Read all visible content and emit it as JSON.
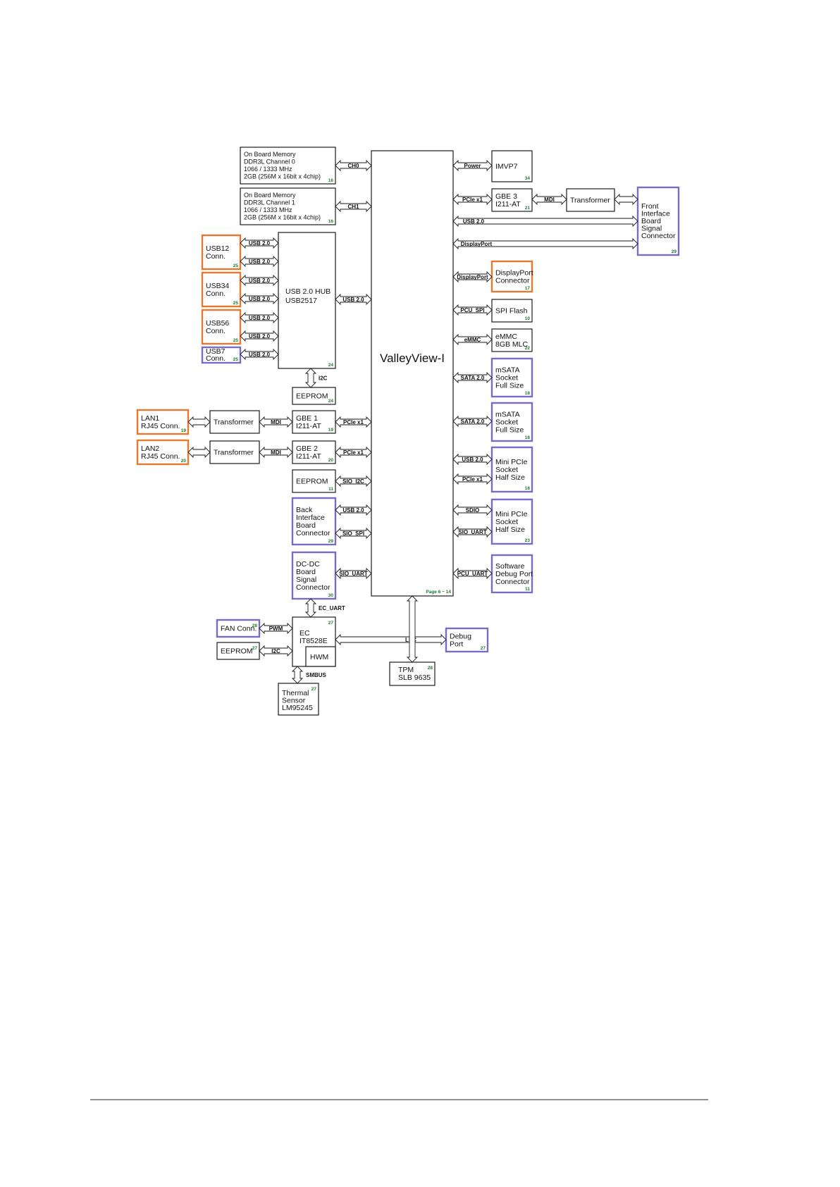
{
  "cpu": {
    "label": "ValleyView-I",
    "page": "Page 6 ~ 14"
  },
  "blocks": [
    {
      "id": "mem0",
      "lines": [
        "On Board Memory",
        "DDR3L Channel 0",
        "1066 / 1333 MHz",
        "2GB (256M x 16bit x 4chip)"
      ],
      "page": "16",
      "border": "black"
    },
    {
      "id": "mem1",
      "lines": [
        "On Board Memory",
        "DDR3L Channel 1",
        "1066 / 1333 MHz",
        "2GB (256M x 16bit x 4chip)"
      ],
      "page": "16",
      "border": "black"
    },
    {
      "id": "usbhub",
      "lines": [
        "USB 2.0 HUB",
        "USB2517"
      ],
      "page": "24",
      "border": "black"
    },
    {
      "id": "usb12",
      "lines": [
        "USB12",
        "Conn."
      ],
      "page": "25",
      "border": "orange"
    },
    {
      "id": "usb34",
      "lines": [
        "USB34",
        "Conn."
      ],
      "page": "25",
      "border": "orange"
    },
    {
      "id": "usb56",
      "lines": [
        "USB56",
        "Conn."
      ],
      "page": "25",
      "border": "orange"
    },
    {
      "id": "usb7",
      "lines": [
        "USB7",
        "Conn."
      ],
      "page": "25",
      "border": "purple"
    },
    {
      "id": "eeprom_hub",
      "lines": [
        "EEPROM"
      ],
      "page": "24",
      "border": "black"
    },
    {
      "id": "lan1",
      "lines": [
        "LAN1",
        "RJ45 Conn."
      ],
      "page": "19",
      "border": "orange"
    },
    {
      "id": "xfmr1",
      "lines": [
        "Transformer"
      ],
      "page": "",
      "border": "black"
    },
    {
      "id": "gbe1",
      "lines": [
        "GBE 1",
        "I211-AT"
      ],
      "page": "19",
      "border": "black"
    },
    {
      "id": "lan2",
      "lines": [
        "LAN2",
        "RJ45 Conn."
      ],
      "page": "20",
      "border": "orange"
    },
    {
      "id": "xfmr2",
      "lines": [
        "Transformer"
      ],
      "page": "",
      "border": "black"
    },
    {
      "id": "gbe2",
      "lines": [
        "GBE 2",
        "I211-AT"
      ],
      "page": "20",
      "border": "black"
    },
    {
      "id": "eeprom_sio",
      "lines": [
        "EEPROM"
      ],
      "page": "11",
      "border": "black"
    },
    {
      "id": "back_if",
      "lines": [
        "Back",
        "Interface",
        "Board",
        "Connector"
      ],
      "page": "29",
      "border": "purple"
    },
    {
      "id": "dcdc",
      "lines": [
        "DC-DC",
        "Board",
        "Signal",
        "Connector"
      ],
      "page": "30",
      "border": "purple"
    },
    {
      "id": "ec",
      "lines": [
        "EC",
        "IT8528E"
      ],
      "page": "27",
      "border": "black"
    },
    {
      "id": "hwm",
      "lines": [
        "HWM"
      ],
      "page": "",
      "border": "black"
    },
    {
      "id": "fan",
      "lines": [
        "FAN Conn."
      ],
      "page": "28",
      "border": "purple"
    },
    {
      "id": "eeprom_ec",
      "lines": [
        "EEPROM"
      ],
      "page": "27",
      "border": "black"
    },
    {
      "id": "thermal",
      "lines": [
        "Thermal",
        "Sensor",
        "LM95245"
      ],
      "page": "27",
      "border": "black"
    },
    {
      "id": "tpm",
      "lines": [
        "TPM",
        "SLB 9635"
      ],
      "page": "28",
      "border": "black"
    },
    {
      "id": "debug",
      "lines": [
        "Debug",
        "Port"
      ],
      "page": "27",
      "border": "purple"
    },
    {
      "id": "imvp",
      "lines": [
        "IMVP7"
      ],
      "page": "34",
      "border": "black"
    },
    {
      "id": "gbe3",
      "lines": [
        "GBE 3",
        "I211-AT"
      ],
      "page": "21",
      "border": "black"
    },
    {
      "id": "xfmr3",
      "lines": [
        "Transformer"
      ],
      "page": "",
      "border": "black"
    },
    {
      "id": "front_if",
      "lines": [
        "Front",
        "Interface",
        "Board",
        "Signal",
        "Connector"
      ],
      "page": "29",
      "border": "purple"
    },
    {
      "id": "dp_conn",
      "lines": [
        "DisplayPort",
        "Connector"
      ],
      "page": "17",
      "border": "orange"
    },
    {
      "id": "spi",
      "lines": [
        "SPI Flash"
      ],
      "page": "10",
      "border": "black"
    },
    {
      "id": "emmc",
      "lines": [
        "eMMC",
        "8GB MLC"
      ],
      "page": "22",
      "border": "black"
    },
    {
      "id": "msata1",
      "lines": [
        "mSATA",
        "Socket",
        "Full Size"
      ],
      "page": "18",
      "border": "purple"
    },
    {
      "id": "msata2",
      "lines": [
        "mSATA",
        "Socket",
        "Full Size"
      ],
      "page": "18",
      "border": "purple"
    },
    {
      "id": "minipcie1",
      "lines": [
        "Mini PCIe",
        "Socket",
        "Half Size"
      ],
      "page": "18",
      "border": "purple"
    },
    {
      "id": "minipcie2",
      "lines": [
        "Mini PCIe",
        "Socket",
        "Half Size"
      ],
      "page": "23",
      "border": "purple"
    },
    {
      "id": "swdebug",
      "lines": [
        "Software",
        "Debug Port",
        "Connector"
      ],
      "page": "11",
      "border": "purple"
    }
  ],
  "signals": [
    {
      "id": "ch0",
      "label": "CH0"
    },
    {
      "id": "ch1",
      "label": "CH1"
    },
    {
      "id": "usb_hub_up",
      "label": "USB 2.0"
    },
    {
      "id": "usb_p1",
      "label": "USB 2.0"
    },
    {
      "id": "usb_p2",
      "label": "USB 2.0"
    },
    {
      "id": "usb_p3",
      "label": "USB 2.0"
    },
    {
      "id": "usb_p4",
      "label": "USB 2.0"
    },
    {
      "id": "usb_p5",
      "label": "USB 2.0"
    },
    {
      "id": "usb_p6",
      "label": "USB 2.0"
    },
    {
      "id": "usb_p7",
      "label": "USB 2.0"
    },
    {
      "id": "i2c_hub",
      "label": "I2C"
    },
    {
      "id": "pcie_gbe1",
      "label": "PCIe x1"
    },
    {
      "id": "pcie_gbe2",
      "label": "PCIe x1"
    },
    {
      "id": "mdi1",
      "label": "MDI"
    },
    {
      "id": "mdi2",
      "label": "MDI"
    },
    {
      "id": "sio_i2c",
      "label": "SIO_I2C"
    },
    {
      "id": "usb_back",
      "label": "USB 2.0"
    },
    {
      "id": "sio_spi",
      "label": "SIO_SPI"
    },
    {
      "id": "sio_uart",
      "label": "SIO_UART"
    },
    {
      "id": "ec_uart",
      "label": "EC_UART"
    },
    {
      "id": "pwm",
      "label": "PWM"
    },
    {
      "id": "i2c_ec",
      "label": "I2C"
    },
    {
      "id": "smbus",
      "label": "SMBUS"
    },
    {
      "id": "lpc",
      "label": "LPC"
    },
    {
      "id": "power",
      "label": "Power"
    },
    {
      "id": "pcie_gbe3",
      "label": "PCIe x1"
    },
    {
      "id": "mdi3",
      "label": "MDI"
    },
    {
      "id": "usb_front",
      "label": "USB 2.0"
    },
    {
      "id": "dp_front",
      "label": "DisplayPort"
    },
    {
      "id": "dp_conn",
      "label": "DisplayPort"
    },
    {
      "id": "pcu_spi",
      "label": "PCU_SPI"
    },
    {
      "id": "emmc",
      "label": "eMMC"
    },
    {
      "id": "sata1",
      "label": "SATA 2.0"
    },
    {
      "id": "sata2",
      "label": "SATA 2.0"
    },
    {
      "id": "usb_mini1",
      "label": "USB 2.0"
    },
    {
      "id": "pcie_mini1",
      "label": "PCIe x1"
    },
    {
      "id": "sdio",
      "label": "SDIO"
    },
    {
      "id": "sio_uart_mini2",
      "label": "SIO_UART"
    },
    {
      "id": "pcu_uart",
      "label": "PCU_UART"
    }
  ],
  "colors": {
    "orange": "#e6782f",
    "purple": "#7a6bc4",
    "page_ref": "#1f7a2a"
  }
}
